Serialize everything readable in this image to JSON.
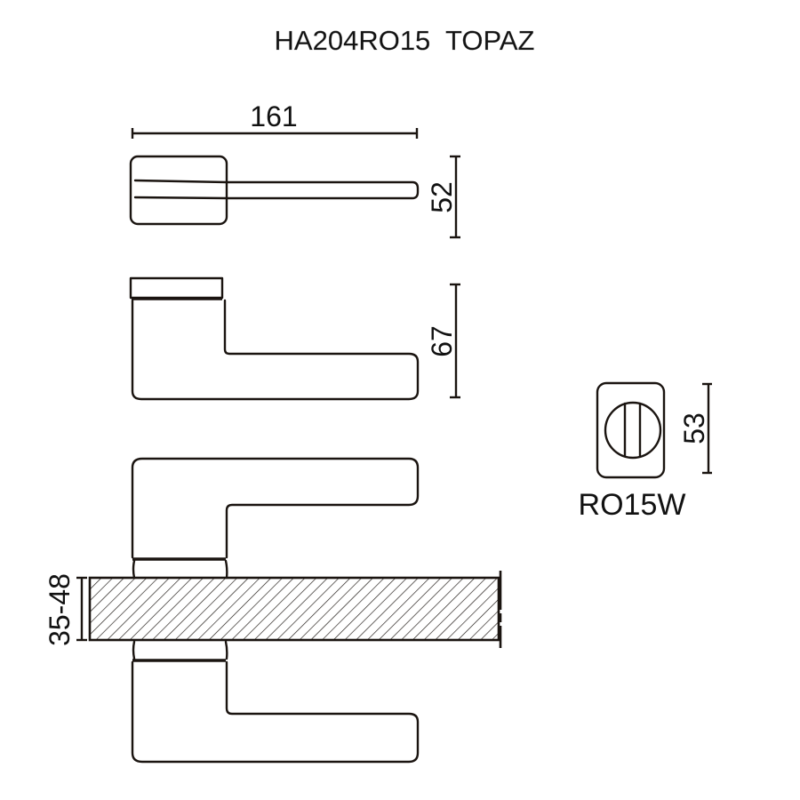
{
  "title": "HA204RO15  TOPAZ",
  "dimensions": {
    "length": "161",
    "rose_height": "52",
    "lever_height": "67",
    "door_thickness": "35-48",
    "escutcheon_height": "53"
  },
  "escutcheon_label": "RO15W",
  "colors": {
    "line": "#1a1410",
    "background": "#ffffff"
  }
}
